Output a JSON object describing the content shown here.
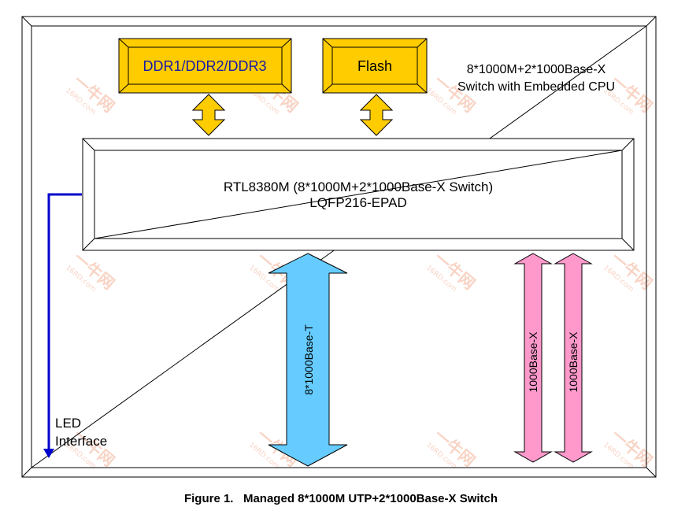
{
  "diagram": {
    "board_title_line1": "8*1000M+2*1000Base-X",
    "board_title_line2": "Switch with Embedded CPU",
    "memory_label": "DDR1/DDR2/DDR3",
    "flash_label": "Flash",
    "chip_line1": "RTL8380M (8*1000M+2*1000Base-X Switch)",
    "chip_line2": "LQFP216-EPAD",
    "utp_label": "8*1000Base-T",
    "sfp1_label": "1000Base-X",
    "sfp2_label": "1000Base-X",
    "led_line1": "LED",
    "led_line2": "Interface",
    "caption": "Figure 1.   Managed 8*1000M UTP+2*1000Base-X Switch",
    "watermark_cn": "一牛网",
    "watermark_en": "16RD.com",
    "colors": {
      "memory_fill": "#ffcc00",
      "memory_text": "#1a1aa6",
      "bus_arrow": "#ffcc00",
      "utp_arrow": "#66ccff",
      "sfp_arrow": "#ff99cc",
      "led_line": "#0000cc",
      "watermark": "#f4b8a0"
    }
  }
}
